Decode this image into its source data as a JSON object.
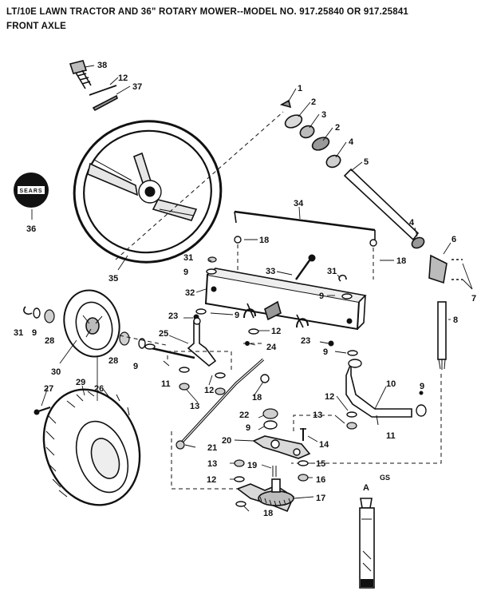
{
  "header": {
    "title": "LT/10E LAWN TRACTOR AND 36\" ROTARY MOWER--MODEL NO. 917.25840 OR 917.25841",
    "subtitle": "FRONT AXLE"
  },
  "logo": {
    "text": "SEARS"
  },
  "footer_code": "GS",
  "callouts": {
    "c1": "1",
    "c2a": "2",
    "c3": "3",
    "c2b": "2",
    "c4a": "4",
    "c5": "5",
    "c38": "38",
    "c12a": "12",
    "c37": "37",
    "c36": "36",
    "c35": "35",
    "c34": "34",
    "c18a": "18",
    "c18b": "18",
    "c4b": "4",
    "c6": "6",
    "c7": "7",
    "c31a": "31",
    "c9a": "9",
    "c33": "33",
    "c31b": "31",
    "c32": "32",
    "c9b": "9",
    "c8": "8",
    "c23a": "23",
    "c9c": "9",
    "c25": "25",
    "c12b": "12",
    "c24": "24",
    "c23b": "23",
    "c9d": "9",
    "c31c": "31",
    "c9e": "9",
    "c28a": "28",
    "c28b": "28",
    "c9f": "9",
    "c30": "30",
    "c29": "29",
    "c11a": "11",
    "c12c": "12",
    "c13a": "13",
    "c18c": "18",
    "c10": "10",
    "c9g": "9",
    "c12d": "12",
    "c13b": "13",
    "c11b": "11",
    "c27": "27",
    "c26": "26",
    "c22": "22",
    "c9h": "9",
    "c14": "14",
    "c20": "20",
    "c21": "21",
    "c13c": "13",
    "c19": "19",
    "c15": "15",
    "c12e": "12",
    "c16": "16",
    "c17": "17",
    "c18d": "18",
    "cA": "A"
  }
}
